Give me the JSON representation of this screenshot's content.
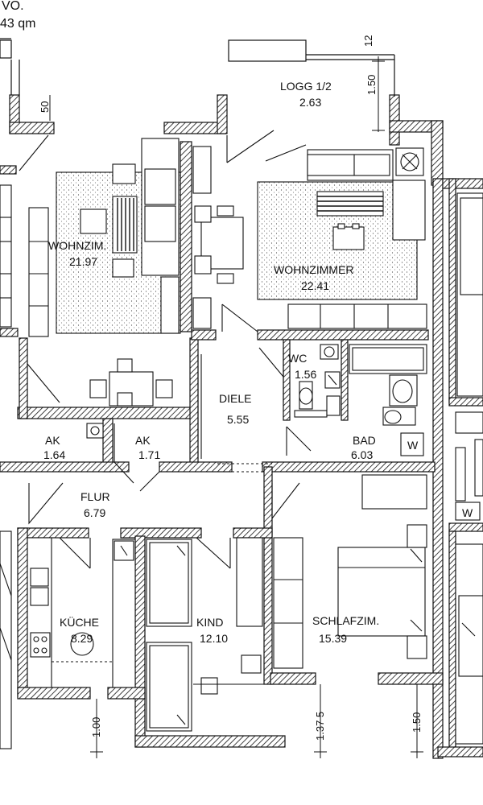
{
  "header": {
    "line1": "VO.",
    "line2": "43 qm"
  },
  "rooms": [
    {
      "name": "WOHNZIM.",
      "area": "21.97"
    },
    {
      "name": "WOHNZIMMER",
      "area": "22.41"
    },
    {
      "name": "LOGG 1/2",
      "area": "2.63"
    },
    {
      "name": "WC",
      "area": "1.56"
    },
    {
      "name": "DIELE",
      "area": "5.55"
    },
    {
      "name": "BAD",
      "area": "6.03"
    },
    {
      "name": "AK",
      "area": "1.64"
    },
    {
      "name": "AK",
      "area": "1.71"
    },
    {
      "name": "FLUR",
      "area": "6.79"
    },
    {
      "name": "KÜCHE",
      "area": "8.29"
    },
    {
      "name": "KIND",
      "area": "12.10"
    },
    {
      "name": "SCHLAFZIM.",
      "area": "15.39"
    }
  ],
  "dimensions": {
    "d1": "1.00",
    "d2": "1.37 5",
    "d3": "1.50",
    "d4": "1.50",
    "d5": "12",
    "d6": "50"
  },
  "symbols": {
    "washer": "W",
    "washer2": "W"
  }
}
